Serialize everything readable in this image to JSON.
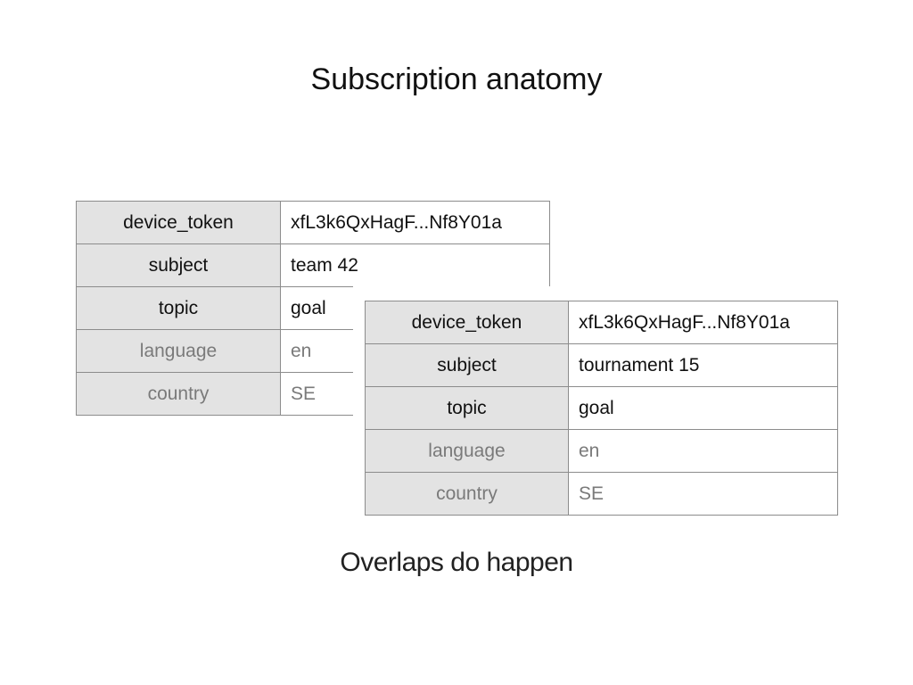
{
  "slide": {
    "title": "Subscription anatomy",
    "caption": "Overlaps do happen"
  },
  "subscription_a": {
    "rows": [
      {
        "key": "device_token",
        "value": "xfL3k6QxHagF...Nf8Y01a"
      },
      {
        "key": "subject",
        "value": "team 42"
      },
      {
        "key": "topic",
        "value": "goal"
      },
      {
        "key": "language",
        "value": "en"
      },
      {
        "key": "country",
        "value": "SE"
      }
    ]
  },
  "subscription_b": {
    "rows": [
      {
        "key": "device_token",
        "value": "xfL3k6QxHagF...Nf8Y01a"
      },
      {
        "key": "subject",
        "value": "tournament 15"
      },
      {
        "key": "topic",
        "value": "goal"
      },
      {
        "key": "language",
        "value": "en"
      },
      {
        "key": "country",
        "value": "SE"
      }
    ]
  },
  "colors": {
    "key_cell_bg": "#e3e3e3",
    "border": "#8c8c8c",
    "dimmed_text": "#7a7a7a"
  }
}
